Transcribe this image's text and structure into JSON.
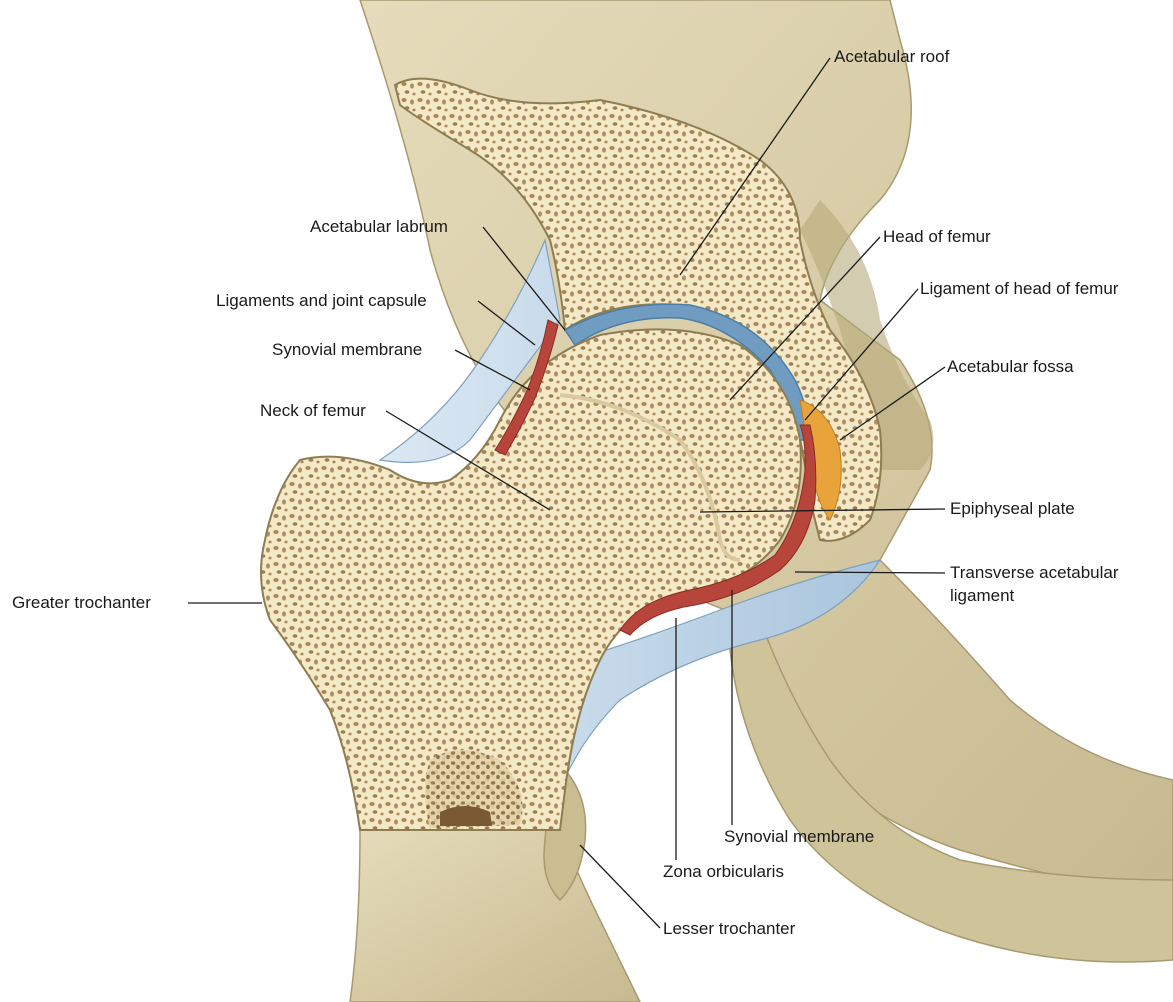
{
  "labels": {
    "acetabular_roof": "Acetabular roof",
    "acetabular_labrum": "Acetabular labrum",
    "head_of_femur": "Head of femur",
    "ligaments_joint_capsule": "Ligaments and joint capsule",
    "ligament_head_femur": "Ligament of head of femur",
    "synovial_membrane_upper": "Synovial membrane",
    "acetabular_fossa": "Acetabular fossa",
    "neck_of_femur": "Neck of femur",
    "epiphyseal_plate": "Epiphyseal plate",
    "transverse_acetabular_ligament_1": "Transverse acetabular",
    "transverse_acetabular_ligament_2": "ligament",
    "greater_trochanter": "Greater trochanter",
    "synovial_membrane_lower": "Synovial membrane",
    "zona_orbicularis": "Zona orbicularis",
    "lesser_trochanter": "Lesser trochanter"
  },
  "colors": {
    "bone_outer": "#d9ceaa",
    "bone_cut": "#f3e9c6",
    "trabecular": "#a8865a",
    "cartilage_blue": "#7fa9c9",
    "capsule_blue": "#b9d2e6",
    "synovial_red": "#b8453b",
    "fat_orange": "#e8a43a",
    "leader_line": "#1a1a1a"
  }
}
